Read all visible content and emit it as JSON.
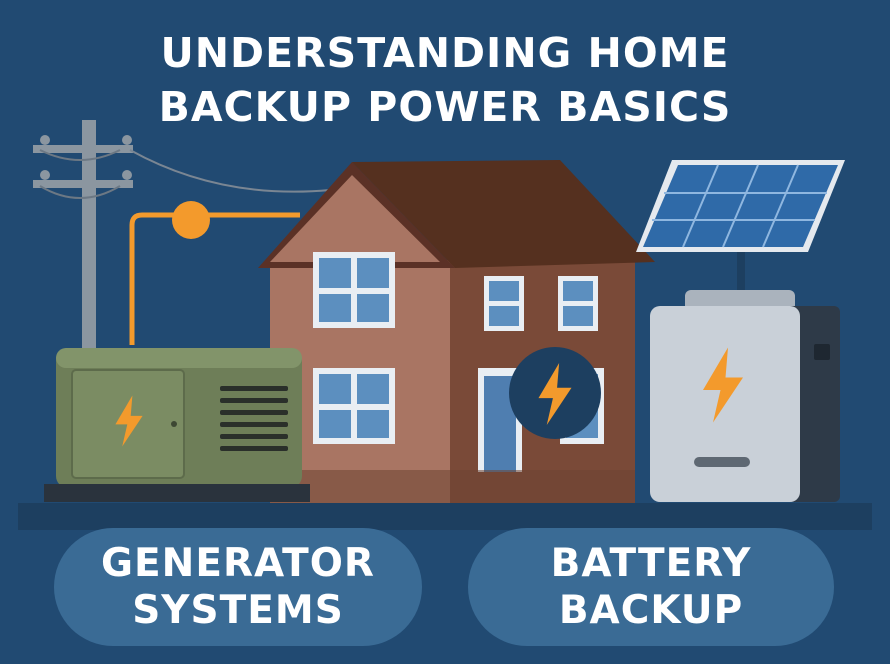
{
  "title": {
    "line1": "UNDERSTANDING HOME",
    "line2": "BACKUP POWER BASICS"
  },
  "labels": {
    "generator": {
      "line1": "GENERATOR",
      "line2": "SYSTEMS"
    },
    "battery": {
      "line1": "BATTERY",
      "line2": "BACKUP"
    }
  },
  "colors": {
    "background": "#214a72",
    "accent_orange": "#f39a2c",
    "pill": "#3a6b95",
    "house_wall": "#a97563",
    "roof": "#5b3126",
    "generator": "#6e7e58",
    "battery": "#c9d0d8",
    "solar_panel": "#2f6aa8"
  },
  "icons": [
    "utility-pole-icon",
    "house-icon",
    "generator-icon",
    "solar-panel-icon",
    "battery-icon",
    "lightning-bolt-icon"
  ]
}
